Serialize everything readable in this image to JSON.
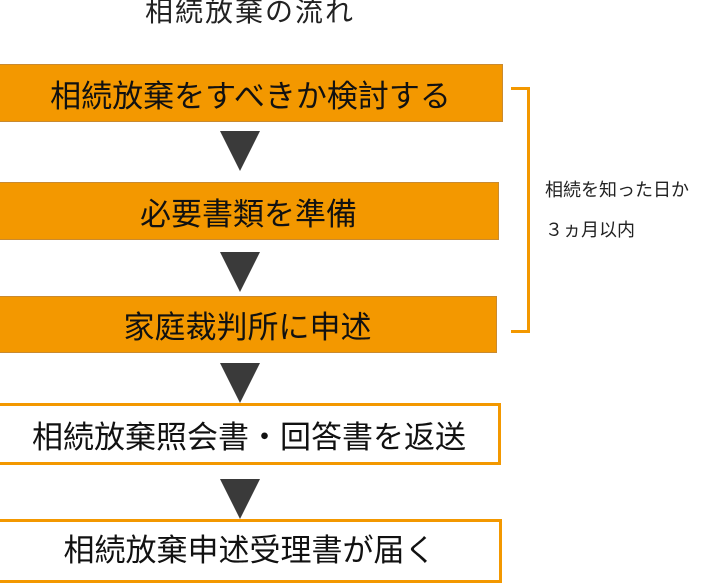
{
  "title": "相続放棄の流れ",
  "steps": [
    {
      "label": "相続放棄をすべきか検討する",
      "style": "filled"
    },
    {
      "label": "必要書類を準備",
      "style": "filled"
    },
    {
      "label": "家庭裁判所に申述",
      "style": "filled"
    },
    {
      "label": "相続放棄照会書・回答書を返送",
      "style": "outline"
    },
    {
      "label": "相続放棄申述受理書が届く",
      "style": "outline"
    }
  ],
  "deadline_note": {
    "line1": "相続を知った日か",
    "line2": "３ヵ月以内"
  },
  "colors": {
    "accent": "#f39800",
    "arrow": "#3a3a3a"
  }
}
